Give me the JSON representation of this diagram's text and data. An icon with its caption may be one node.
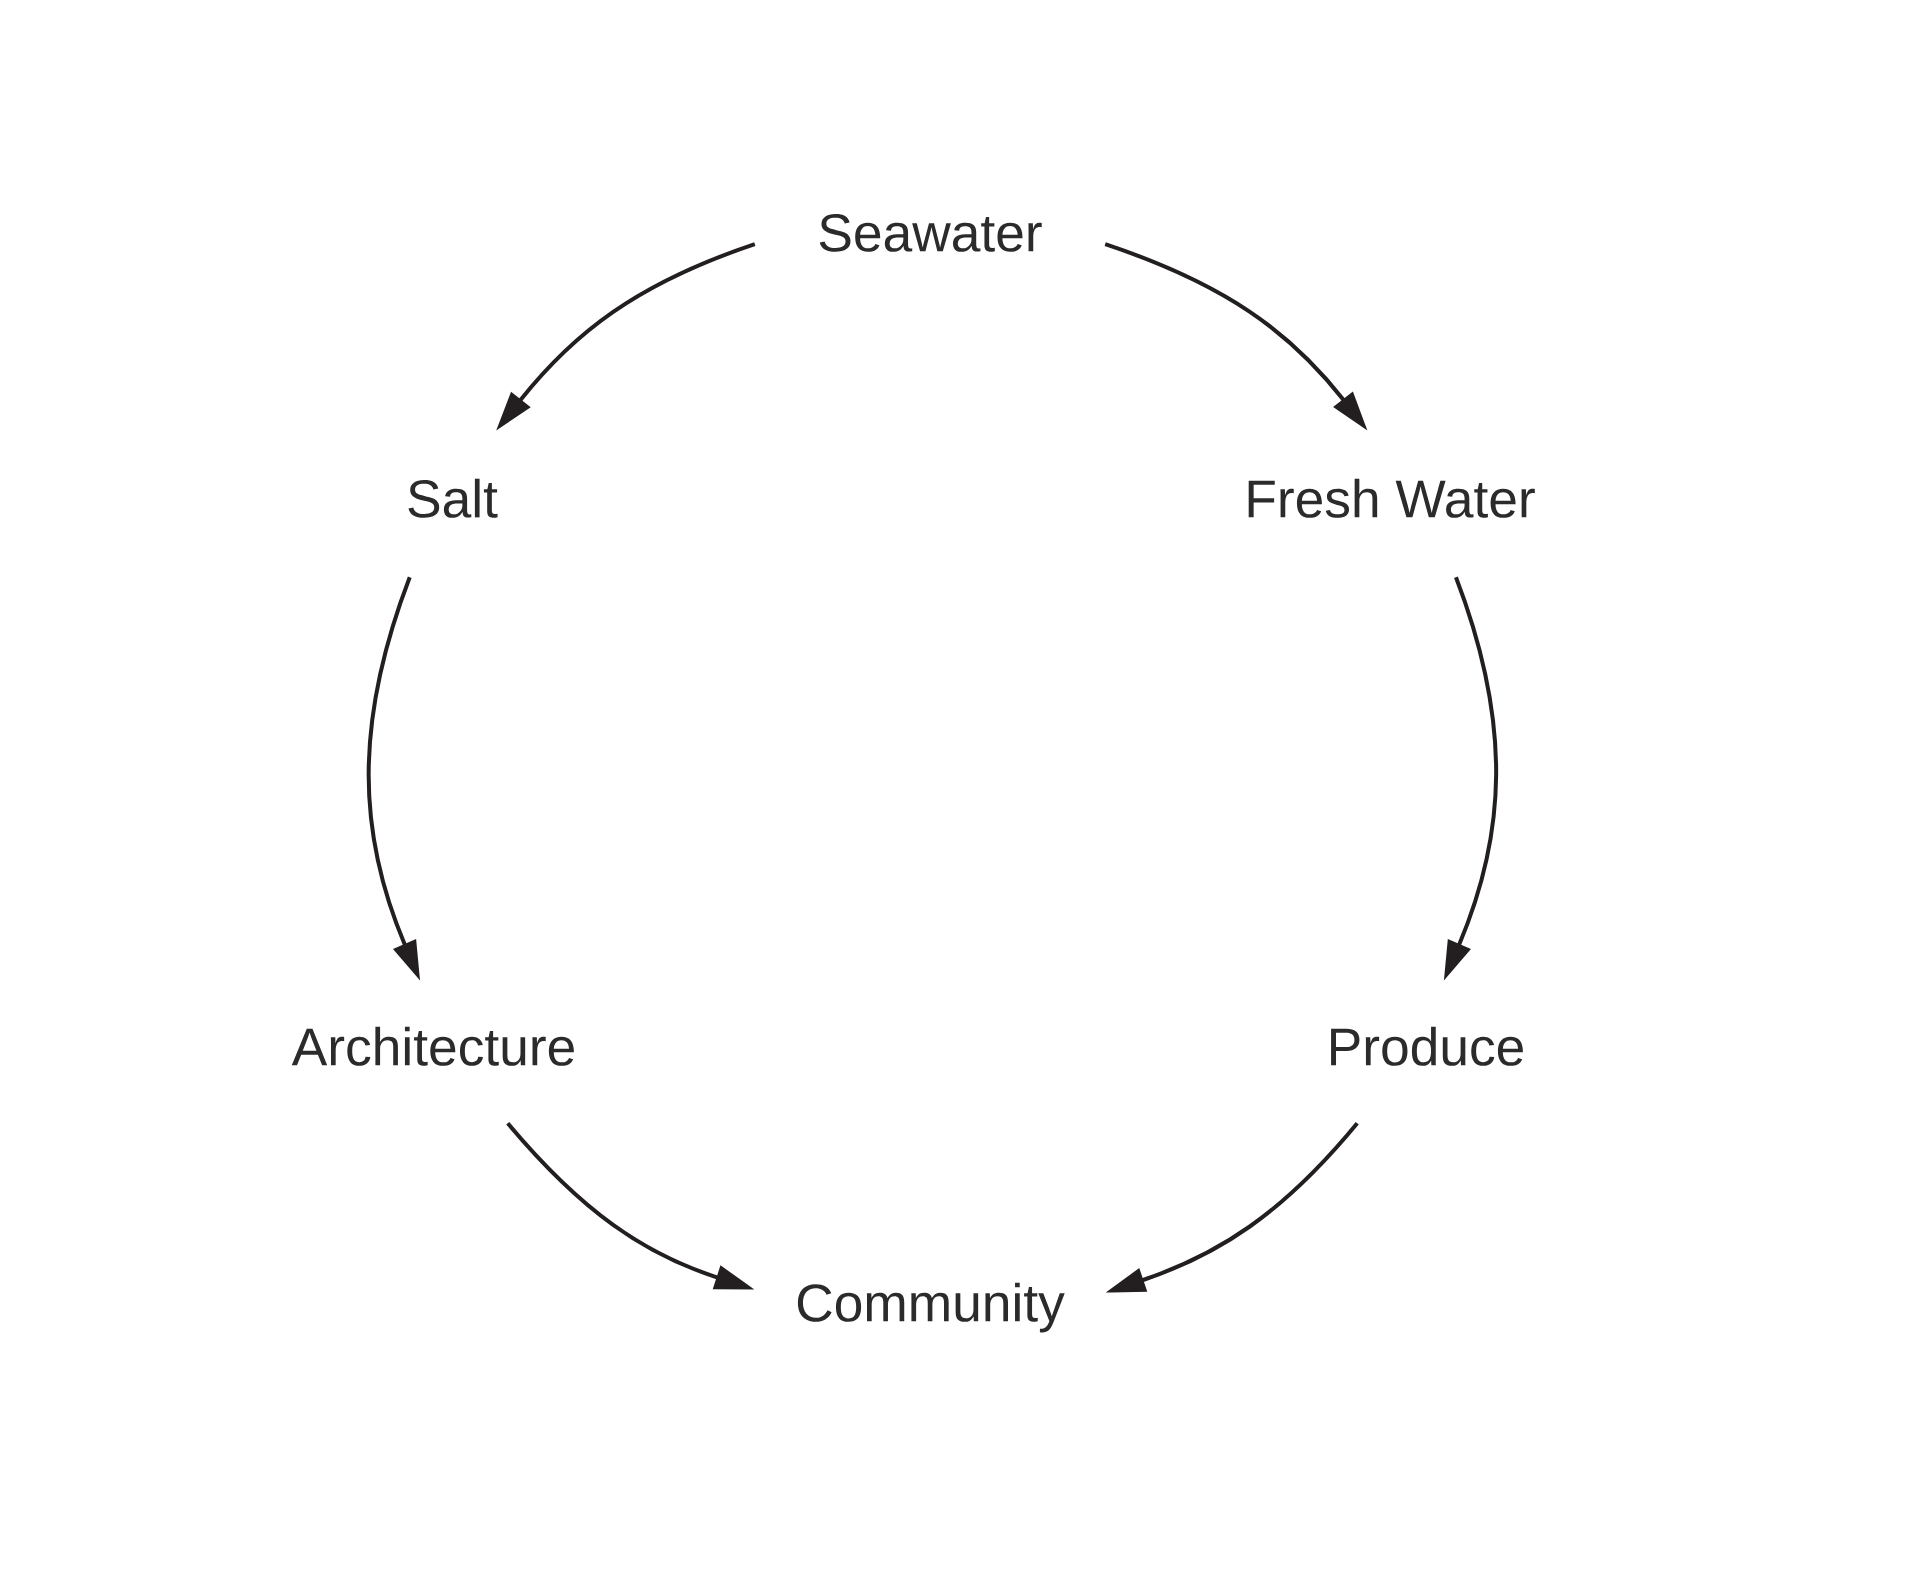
{
  "diagram": {
    "nodes": [
      {
        "text": [
          "Seawater"
        ]
      },
      {
        "text": [
          "Salt"
        ]
      },
      {
        "text": [
          "Fresh Water"
        ]
      },
      {
        "text": [
          "Architecture"
        ]
      },
      {
        "text": [
          "Produce"
        ]
      },
      {
        "text": [
          "Community"
        ]
      }
    ],
    "edges": [
      {
        "from": 0,
        "to": 1,
        "arrow": "to"
      },
      {
        "from": 0,
        "to": 2,
        "arrow": "to"
      },
      {
        "from": 1,
        "to": 3,
        "arrow": "to"
      },
      {
        "from": 2,
        "to": 4,
        "arrow": "to"
      },
      {
        "from": 3,
        "to": 5,
        "arrow": "to"
      },
      {
        "from": 4,
        "to": 5,
        "arrow": "to"
      }
    ]
  }
}
